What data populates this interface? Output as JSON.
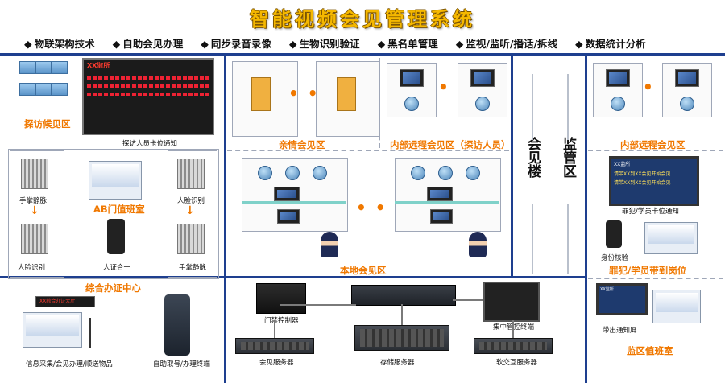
{
  "title": "智能视频会见管理系统",
  "features": [
    "物联架构技术",
    "自助会见办理",
    "同步录音录像",
    "生物识别验证",
    "黑名单管理",
    "监视/监听/播话/拆线",
    "数据统计分析"
  ],
  "zones": {
    "visitor_waiting": "探访候见区",
    "family_meeting": "亲情会见区",
    "remote_meeting_visitor": "内部远程会见区（探访人员）",
    "remote_meeting": "内部远程会见区",
    "building": "会见楼",
    "supervision": "监管区",
    "ab_duty": "AB门值班室",
    "office_center": "综合办证中心",
    "local_meeting": "本地会见区",
    "inmate_post": "罪犯/学员带到岗位",
    "duty_room": "监区值班室"
  },
  "labels": {
    "visitor_card_notice": "探访人员卡位通知",
    "palm_vein": "手掌静脉",
    "face_recognition": "人脸识别",
    "id_match": "人证合一",
    "face_recognition_2": "人脸识别",
    "palm_vein_2": "手掌静脉",
    "info_collection": "信息采集/会见办理/顺送物品",
    "self_service": "自助取号/办理终端",
    "access_controller": "门禁控制器",
    "meeting_server": "会见服务器",
    "storage_server": "存储服务器",
    "switch_server": "软交互服务器",
    "central_terminal": "集中管控终端",
    "inmate_card_notice": "罪犯/学员卡位通知",
    "identity_check": "身份核验",
    "pickup_notice_screen": "带出通知屏"
  },
  "screens": {
    "led_title": "XX监所",
    "info_title": "XX监所",
    "info_line1": "请带XX到XX会见开始会见",
    "info_line2": "请带XX到XX会见开始会见",
    "office_banner": "XX综合办证大厅"
  },
  "ellipsis": "• • •",
  "colors": {
    "title": "#f5b800",
    "zone": "#f07800",
    "divider": "#1e3f8f"
  }
}
